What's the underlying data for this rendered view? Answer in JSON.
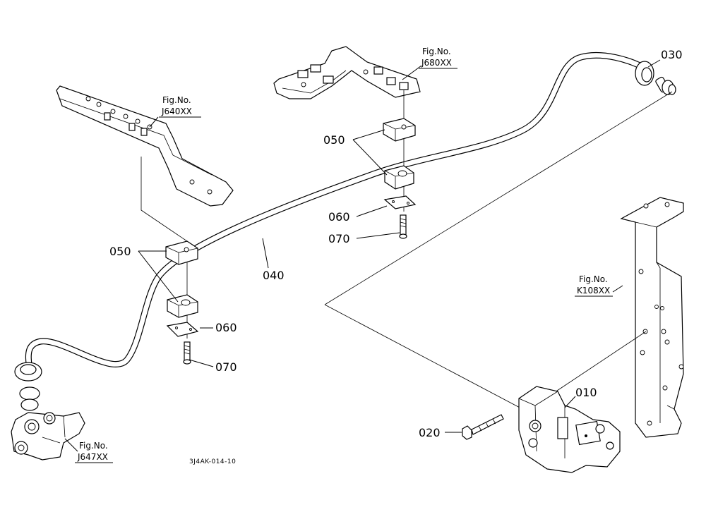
{
  "diagram": {
    "drawing_code": "3J4AK-014-10",
    "fig_prefix": "Fig.No.",
    "figure_refs": {
      "j640": "J640XX",
      "j680": "J680XX",
      "k108": "K108XX",
      "j647": "J647XX"
    },
    "callouts": {
      "p010": "010",
      "p020": "020",
      "p030": "030",
      "p040": "040",
      "p050a": "050",
      "p050b": "050",
      "p060a": "060",
      "p060b": "060",
      "p070a": "070",
      "p070b": "070"
    }
  }
}
